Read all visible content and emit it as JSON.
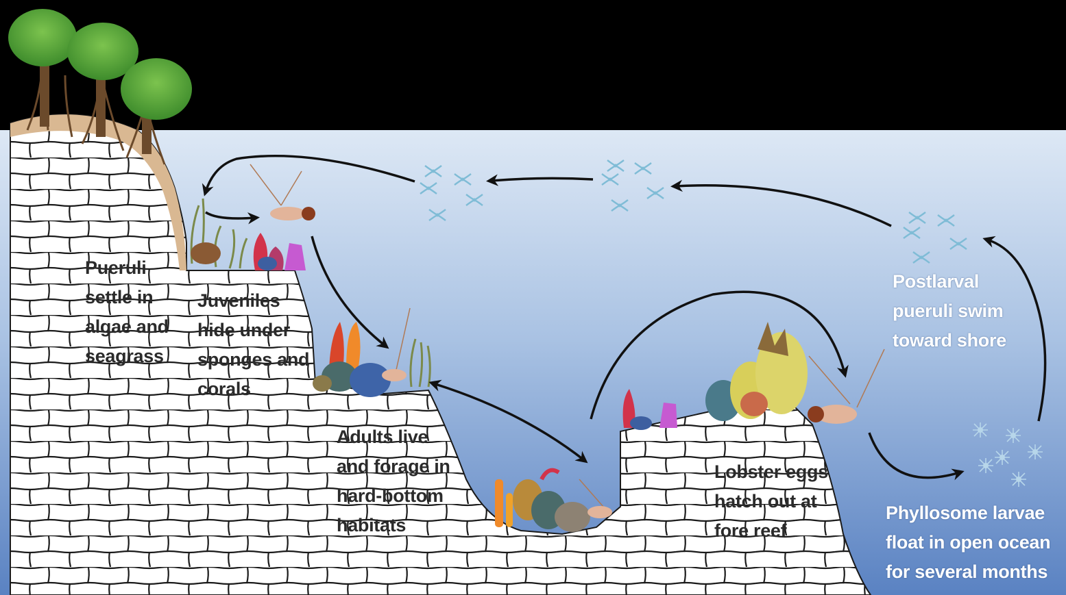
{
  "colors": {
    "sky": "#000000",
    "water_surface": "#dbe7f5",
    "water_deep": "#5f86c4",
    "rock": "#ffffff",
    "rock_lines": "#1a1a1a",
    "sand": "#d9b892",
    "tree_canopy": "#5aaa3c",
    "tree_trunk": "#6b4a2b",
    "arrows": "#111111",
    "larvae": "#7fbcd6"
  },
  "labels": {
    "pueruli_settle": [
      "Pueruli",
      "settle in",
      "algae and",
      "seagrass"
    ],
    "juveniles": [
      "Juveniles",
      "hide under",
      "sponges and",
      "corals"
    ],
    "adults": [
      "Adults live",
      "and forage in",
      "hard-bottom",
      "habitats"
    ],
    "eggs": [
      "Lobster eggs",
      "hatch out at",
      "fore reef"
    ],
    "postlarval": [
      "Postlarval",
      "pueruli swim",
      "toward shore"
    ],
    "phyllosome": [
      "Phyllosome larvae",
      "float in open ocean",
      "for several months"
    ]
  }
}
